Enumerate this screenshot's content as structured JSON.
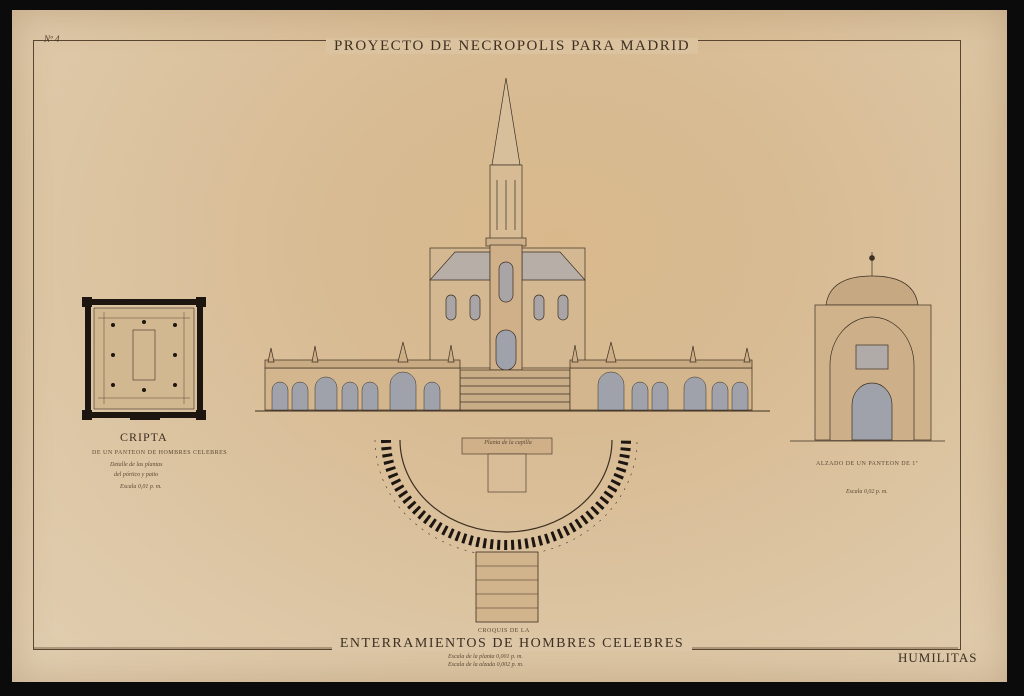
{
  "sheet": {
    "title": "PROYECTO DE NECROPOLIS PARA MADRID",
    "sheet_number": "Nº 4",
    "bottom_title": "ENTERRAMIENTOS DE HOMBRES CELEBRES",
    "motto": "HUMILITAS"
  },
  "crypt": {
    "label": "CRIPTA",
    "note_1": "DE UN PANTEON DE HOMBRES CELEBRES",
    "note_2": "Detalle de las plantas",
    "note_3": "del pórtico y patio",
    "scale": "Escala 0,01 p. m."
  },
  "elevation_right": {
    "note": "ALZADO DE UN PANTEON DE 1ª",
    "scale": "Escala 0,02 p. m."
  },
  "plan": {
    "center_label": "Planta de la capilla",
    "label": "CROQUIS DE LA",
    "scale_1": "Escala de la planta 0,001 p. m.",
    "scale_2": "Escala de la alzada 0,002 p. m."
  },
  "colors": {
    "ink": "#3d2f22",
    "paper": "#d9bb92",
    "wash": "#9fa2ab"
  }
}
